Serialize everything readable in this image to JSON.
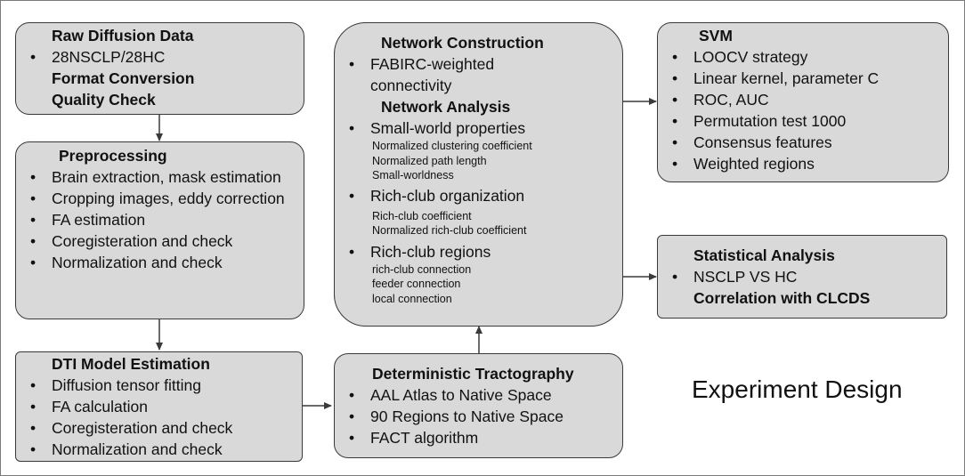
{
  "raw": {
    "title": "Raw Diffusion Data",
    "items": [
      "28NSCLP/28HC"
    ],
    "steps": [
      "Format Conversion",
      "Quality Check"
    ]
  },
  "preproc": {
    "title": "Preprocessing",
    "items": [
      "Brain extraction, mask estimation",
      "Cropping images, eddy correction",
      "FA estimation",
      "Coregisteration and check",
      "Normalization and check"
    ]
  },
  "dti": {
    "title": "DTI Model Estimation",
    "items": [
      "Diffusion tensor fitting",
      "FA calculation",
      "Coregisteration and check",
      "Normalization and check"
    ]
  },
  "network": {
    "title": "Network Construction",
    "item1": "FABIRC-weighted connectivity",
    "analysis_title": "Network Analysis",
    "sw": {
      "label": "Small-world properties",
      "subs": [
        "Normalized clustering coefficient",
        "Normalized path length",
        "Small-worldness"
      ]
    },
    "rc": {
      "label": "Rich-club organization",
      "subs": [
        "Rich-club coefficient",
        "Normalized rich-club coefficient"
      ]
    },
    "rcr": {
      "label": "Rich-club regions",
      "subs": [
        "rich-club connection",
        "feeder connection",
        "local connection"
      ]
    }
  },
  "tract": {
    "title": "Deterministic Tractography",
    "items": [
      "AAL Atlas to Native Space",
      "90 Regions to Native Space",
      "FACT algorithm"
    ]
  },
  "svm": {
    "title": "SVM",
    "items": [
      "LOOCV strategy",
      "Linear kernel, parameter C",
      "ROC, AUC",
      "Permutation test 1000",
      "Consensus features",
      "Weighted regions"
    ]
  },
  "stat": {
    "title": "Statistical Analysis",
    "items": [
      "NSCLP VS HC"
    ],
    "extra": "Correlation with CLCDS"
  },
  "caption": "Experiment Design",
  "colors": {
    "box_fill": "#d9d9d9",
    "border": "#3a3a3a",
    "arrow": "#3a3a3a"
  }
}
